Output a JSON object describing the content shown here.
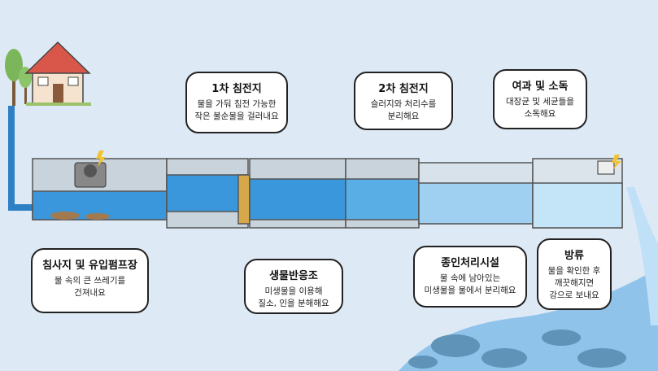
{
  "stages": [
    {
      "title": "침사지 및 유입펌프장",
      "desc": "물 속의 큰 쓰레기를\n건져내요"
    },
    {
      "title": "1차 침전지",
      "desc": "물을 가둬 침전 가능한\n작은 불순물을 걸러내요"
    },
    {
      "title": "생물반응조",
      "desc": "미생물을 이용해\n질소, 인을 분해해요"
    },
    {
      "title": "2차 침전지",
      "desc": "슬러지와 처리수를\n분리해요"
    },
    {
      "title": "종인처리시설",
      "desc": "물 속에 남아있는\n미생물을 물에서 분리해요"
    },
    {
      "title": "여과 및 소독",
      "desc": "대장균 및 세균들을\n소독해요"
    },
    {
      "title": "방류",
      "desc": "물을 확인한 후\n깨끗해지면\n강으로 보내요"
    }
  ],
  "colors": {
    "water": "#3a97dc",
    "tank": "#c9d3dc",
    "background": "#dde9f4",
    "pipe": "#2f7fc4"
  }
}
